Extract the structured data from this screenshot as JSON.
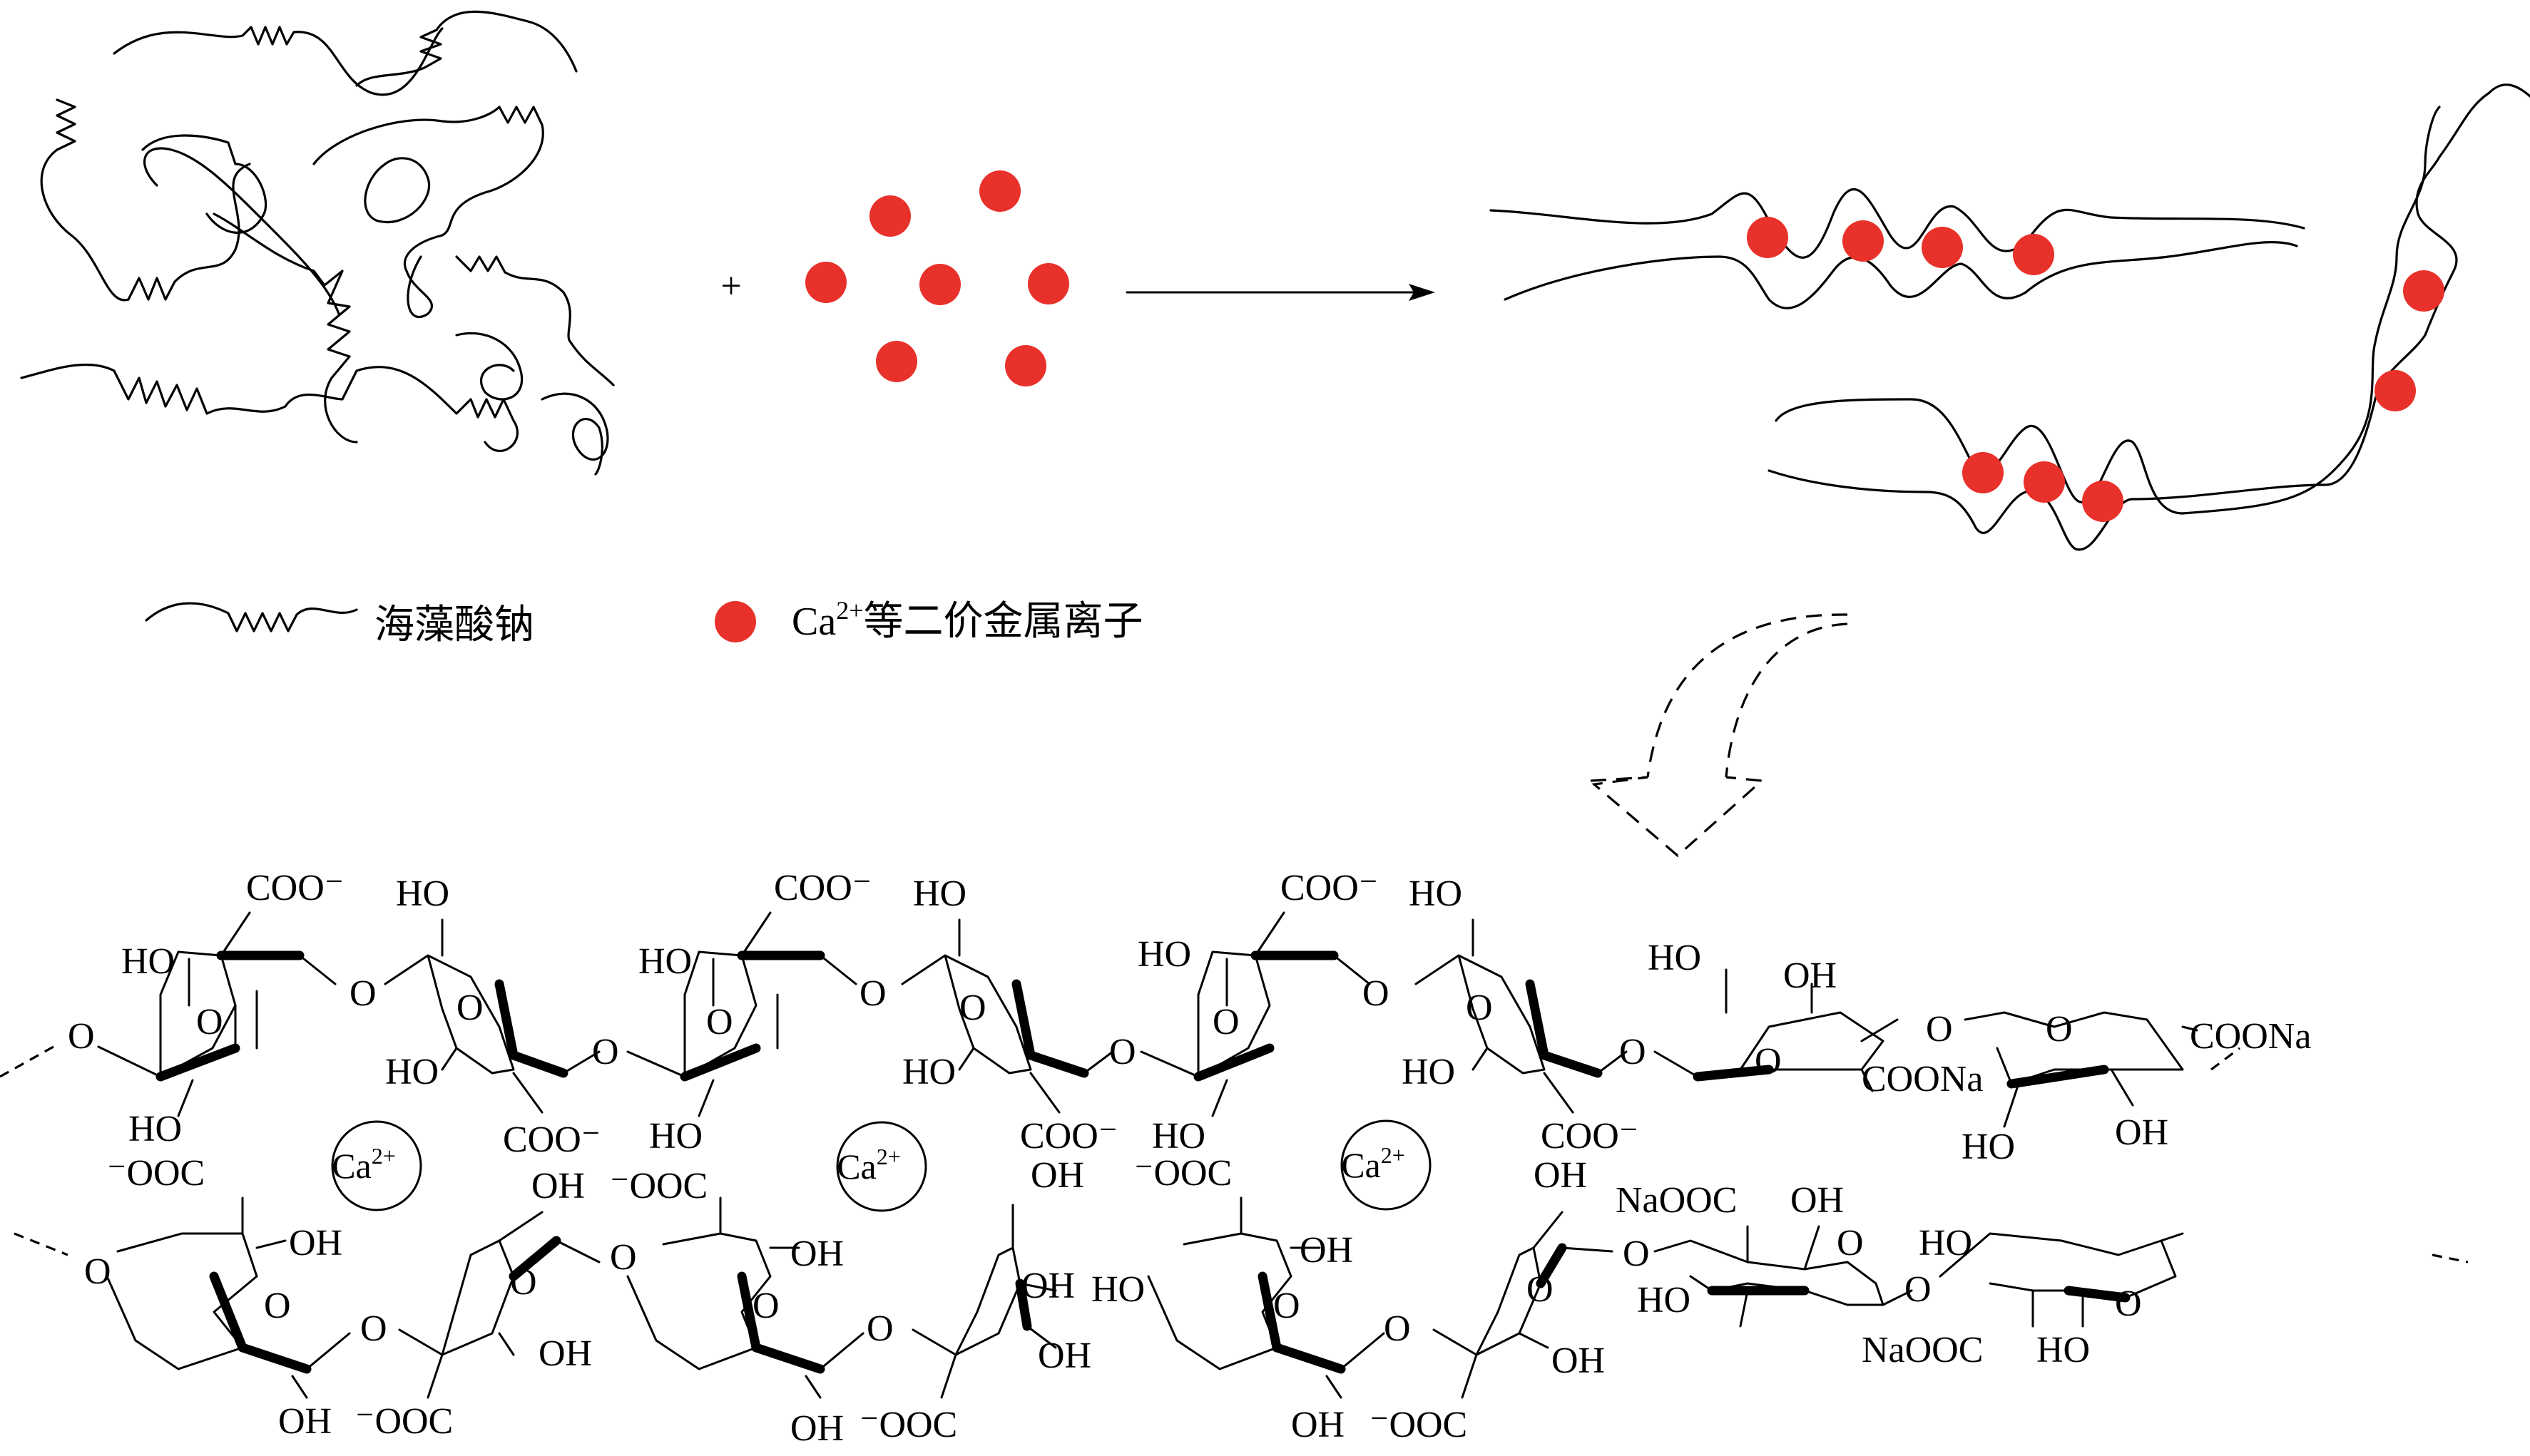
{
  "legend": {
    "alginate_label": "海藻酸钠",
    "ion_prefix": "Ca",
    "ion_charge": "2+",
    "ion_suffix": "等二价金属离子"
  },
  "reaction": {
    "plus_sign": "+"
  },
  "colors": {
    "ion": "#e8312a",
    "line": "#000000"
  },
  "structure": {
    "atom_O": "O",
    "coo_minus": "COO⁻",
    "minus_ooc": "⁻OOC",
    "ho": "HO",
    "oh": "OH",
    "cooNa": "COONa",
    "naOOC": "NaOOC",
    "ca_ion": "Ca",
    "ca_charge": "2+"
  }
}
